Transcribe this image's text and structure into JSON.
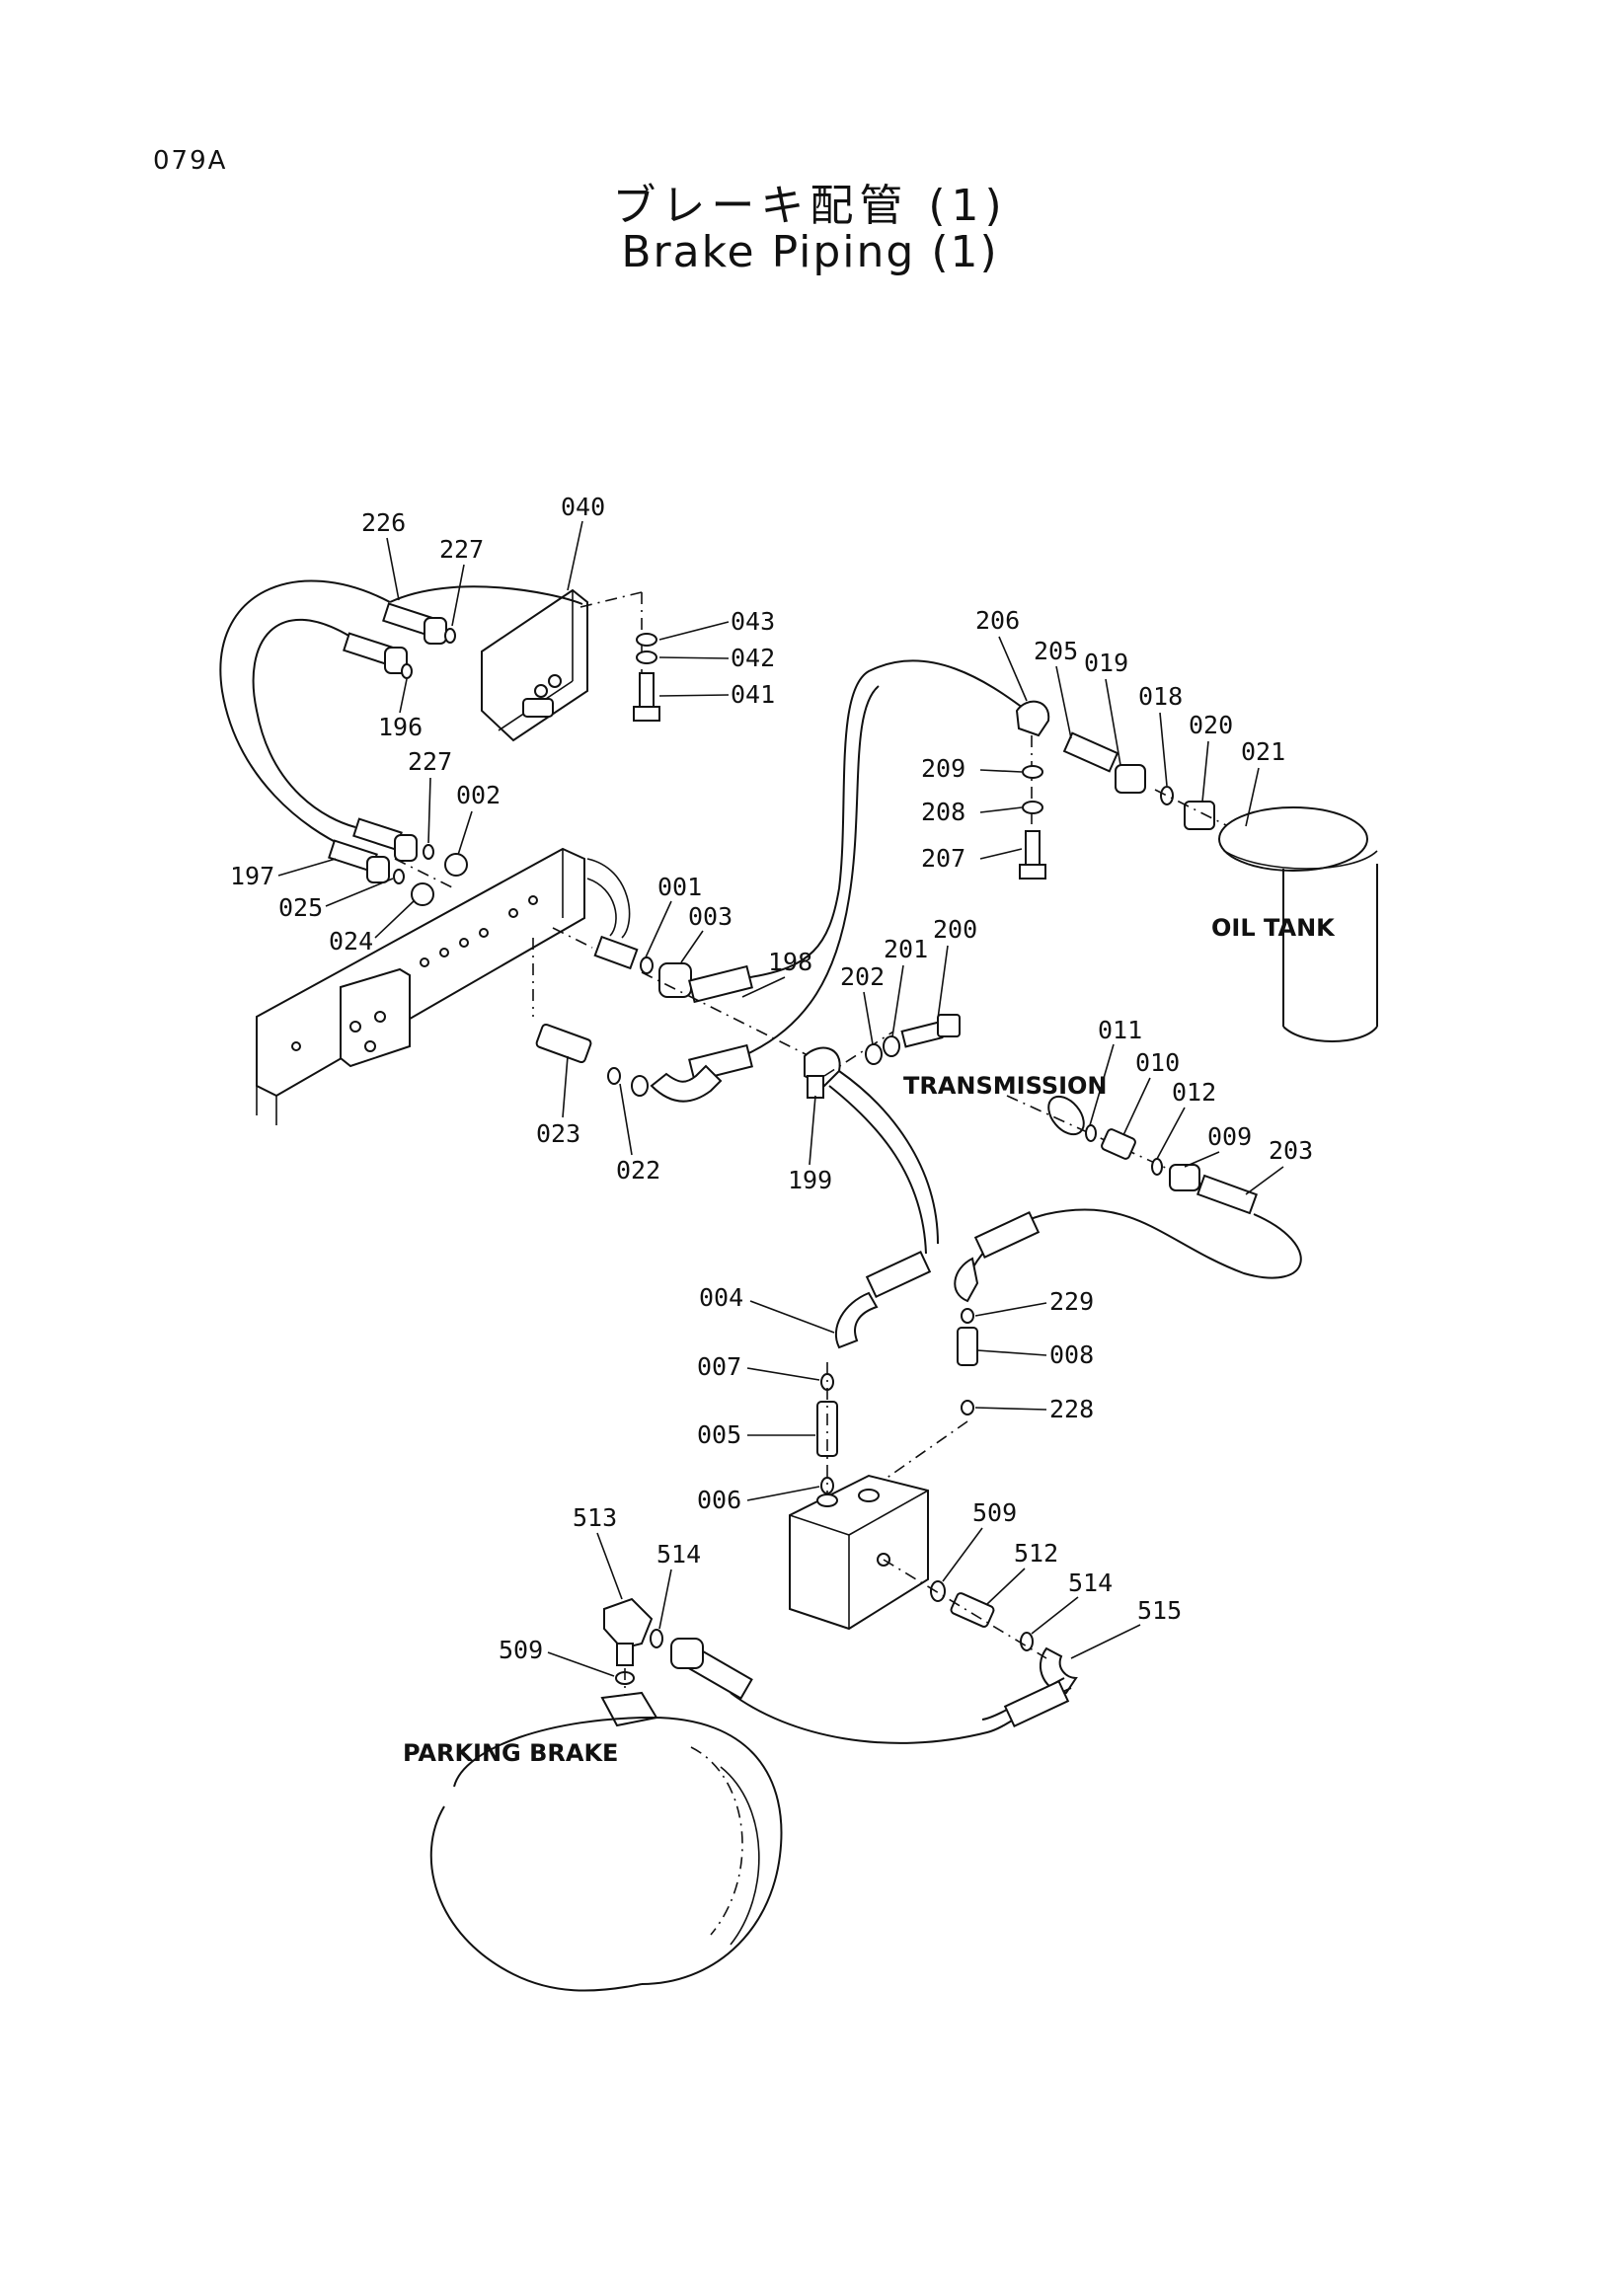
{
  "page_code": "079A",
  "title_jp": "ブレーキ配管 (1)",
  "title_en": "Brake Piping (1)",
  "components": {
    "oil_tank": "OIL TANK",
    "transmission": "TRANSMISSION",
    "parking_brake": "PARKING BRAKE"
  },
  "part_numbers": [
    "226",
    "227",
    "040",
    "043",
    "042",
    "041",
    "196",
    "227",
    "002",
    "197",
    "025",
    "024",
    "001",
    "003",
    "198",
    "206",
    "205",
    "019",
    "018",
    "020",
    "021",
    "209",
    "208",
    "207",
    "202",
    "201",
    "200",
    "023",
    "022",
    "199",
    "011",
    "010",
    "012",
    "009",
    "203",
    "004",
    "229",
    "008",
    "007",
    "005",
    "228",
    "006",
    "509",
    "512",
    "514",
    "515",
    "513",
    "514",
    "509"
  ]
}
